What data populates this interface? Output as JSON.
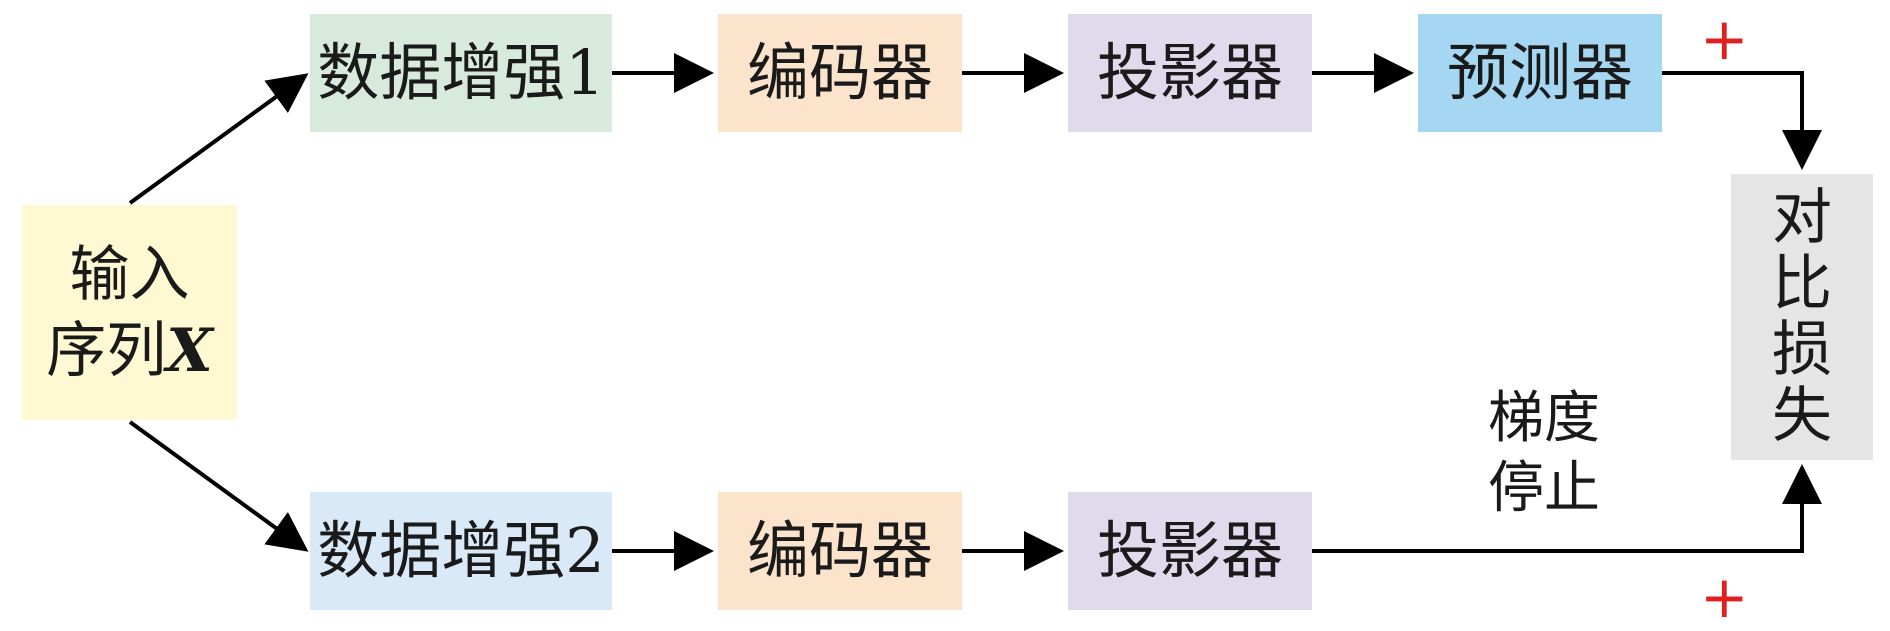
{
  "nodes": {
    "input": {
      "line1": "输入",
      "line2_text": "序列",
      "line2_var": "X"
    },
    "augment_1": "数据增强1",
    "encoder_1": "编码器",
    "projector_1": "投影器",
    "predictor": "预测器",
    "augment_2": "数据增强2",
    "encoder_2": "编码器",
    "projector_2": "投影器",
    "loss": [
      "对",
      "比",
      "损",
      "失"
    ]
  },
  "annotations": {
    "stop_gradient": [
      "梯度",
      "停止"
    ],
    "plus_top": "+",
    "plus_bottom": "+"
  },
  "colors": {
    "input": "#fef9d2",
    "augment_1": "#d8eadb",
    "augment_2": "#d9e9f8",
    "encoder": "#fbe3cc",
    "projector": "#e0daed",
    "predictor": "#a5d6f2",
    "loss": "#e5e5e5",
    "plus": "#e02020"
  }
}
